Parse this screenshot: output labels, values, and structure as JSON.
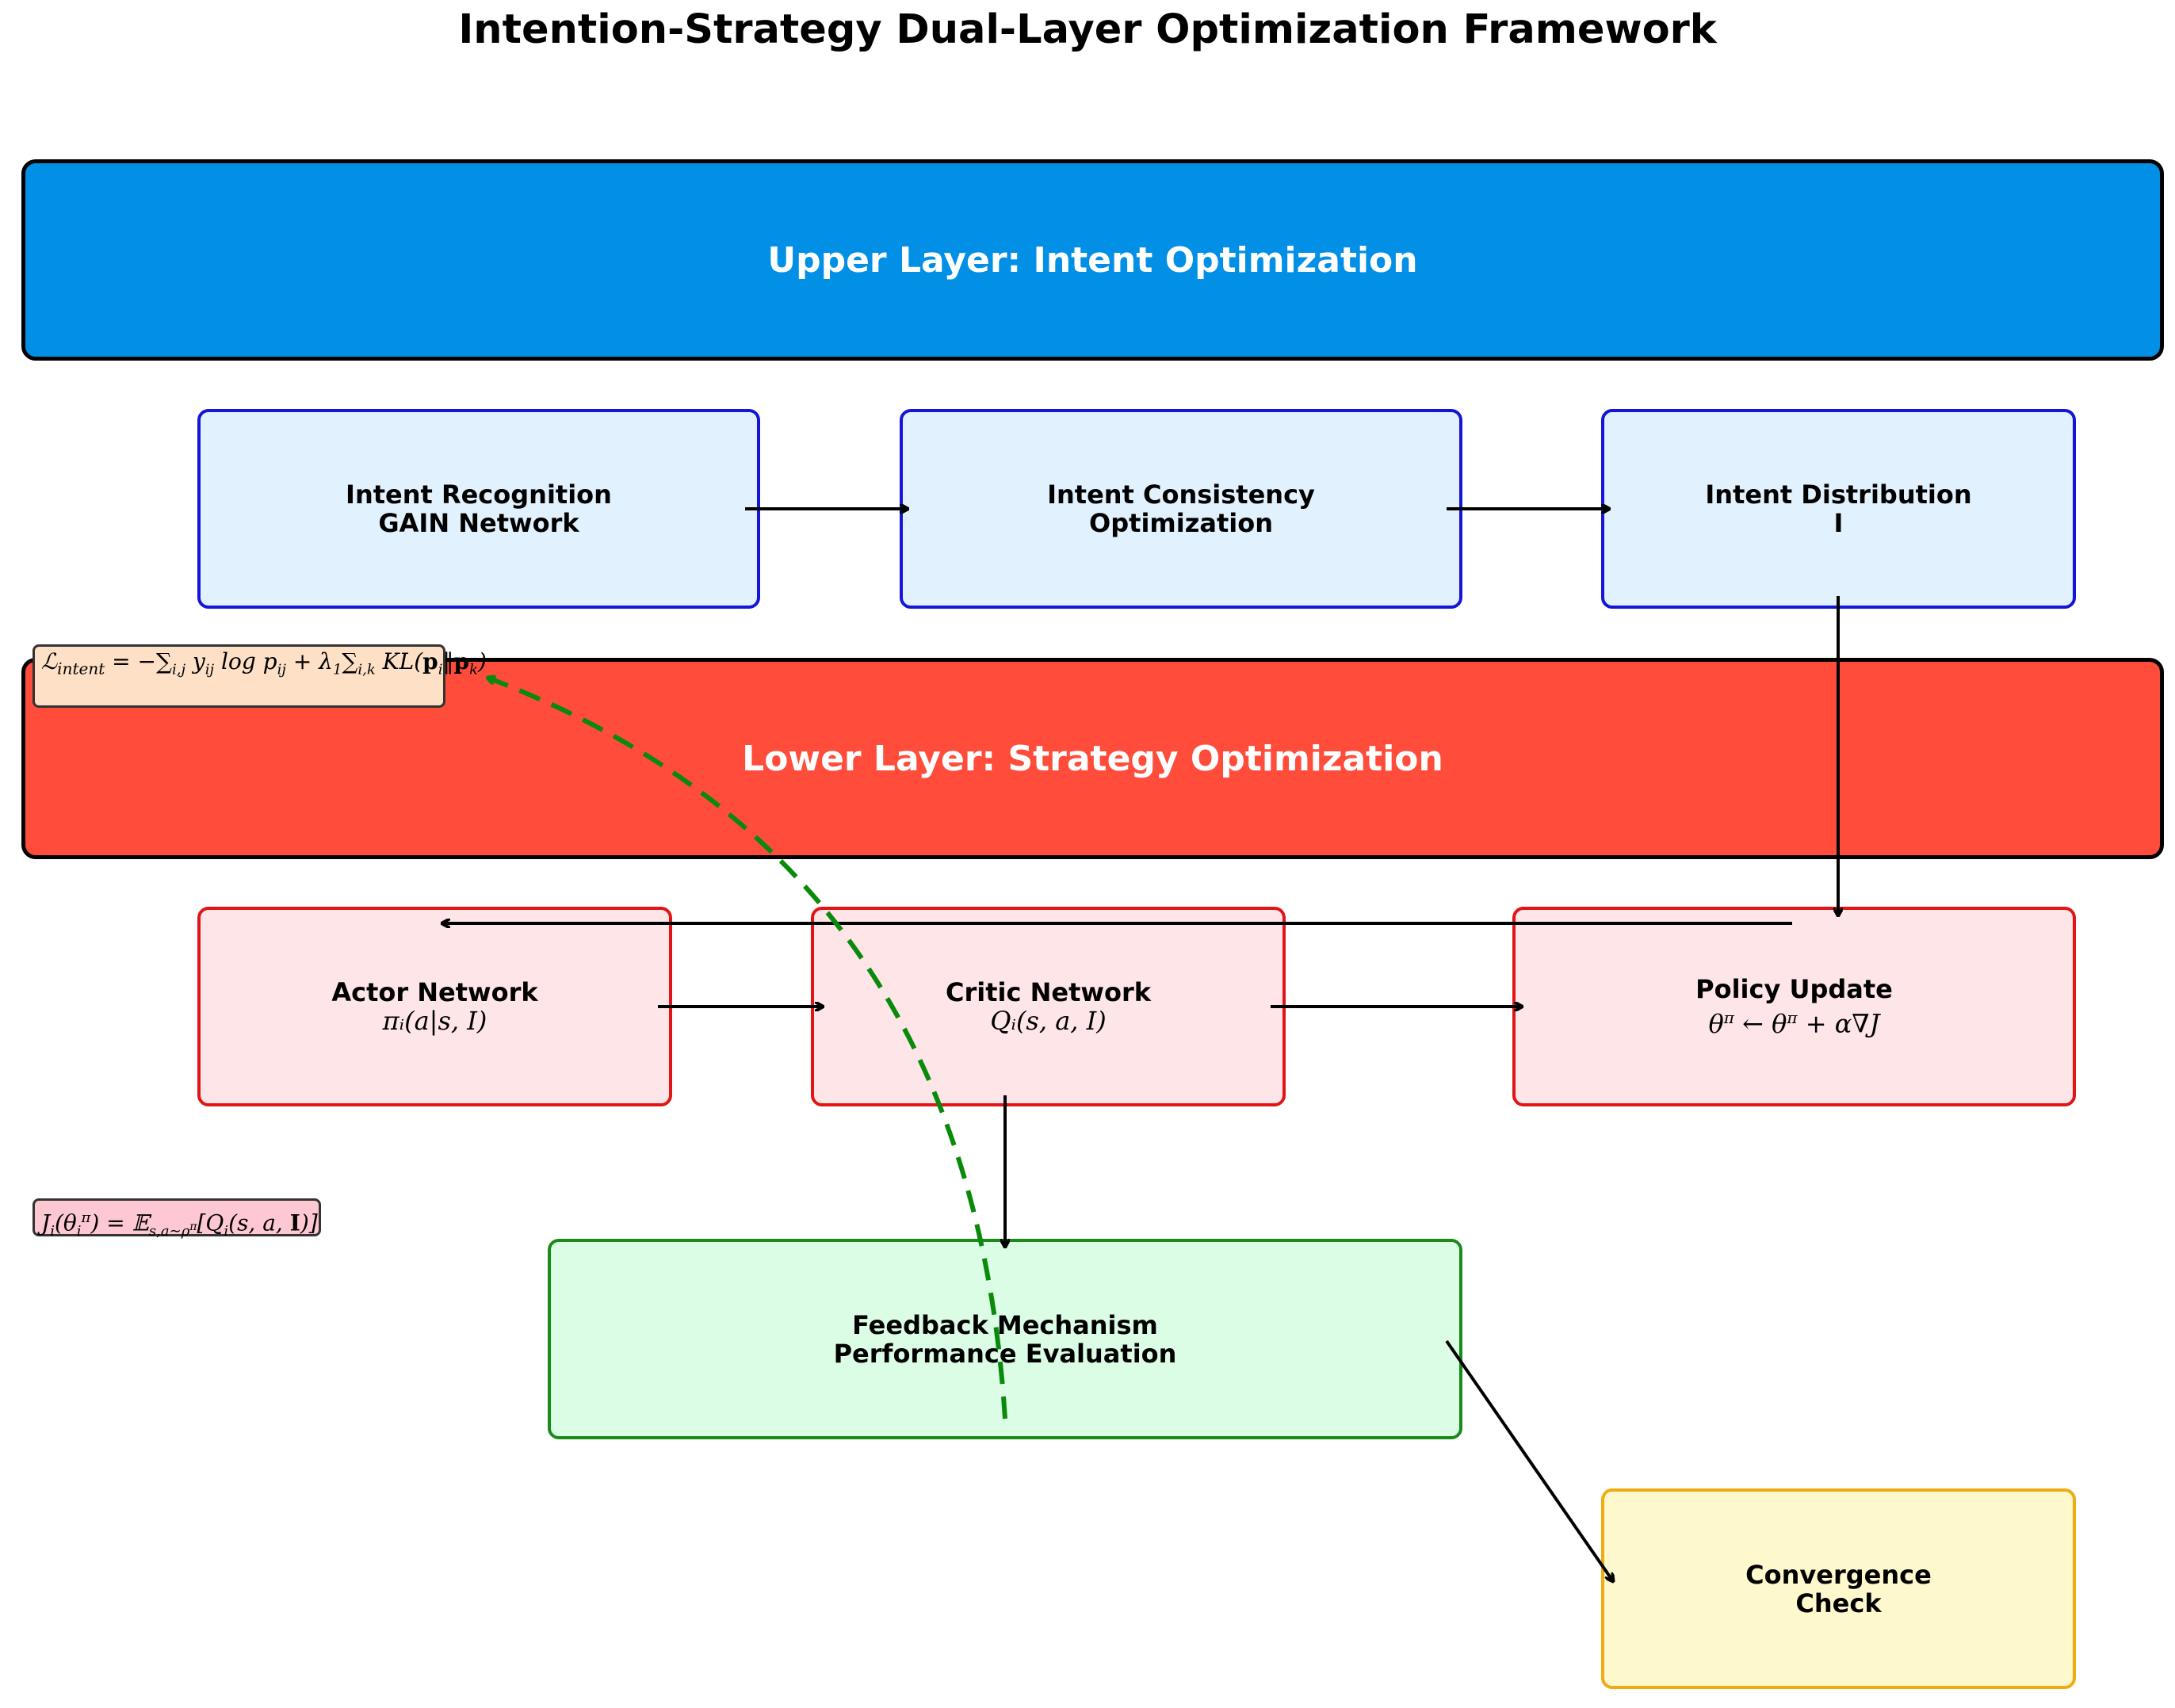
{
  "title": "Intention-Strategy Dual-Layer Optimization Framework",
  "layers": {
    "upper": "Upper Layer: Intent Optimization",
    "lower": "Lower Layer: Strategy Optimization"
  },
  "nodes": {
    "intent_recognition": {
      "line1": "Intent Recognition",
      "line2": "GAIN Network"
    },
    "intent_consistency": {
      "line1": "Intent Consistency",
      "line2": "Optimization"
    },
    "intent_distribution": {
      "line1": "Intent Distribution",
      "line2": "I"
    },
    "actor_network": {
      "line1": "Actor Network",
      "line2": "πᵢ(a|s, I)"
    },
    "critic_network": {
      "line1": "Critic Network",
      "line2": "Qᵢ(s, a, I)"
    },
    "policy_update": {
      "line1": "Policy Update",
      "line2": "θ^π ← θ^π + α∇J"
    },
    "feedback": {
      "line1": "Feedback Mechanism",
      "line2": "Performance Evaluation"
    },
    "convergence": {
      "line1": "Convergence",
      "line2": "Check"
    }
  },
  "formulas": {
    "intent_loss": "ℒintent = −∑i,j yij log pij + λ1 ∑i,k KL(pi‖pk)",
    "objective": "Ji(θiπ) = 𝔼s,a∼ρπ[Qi(s, a, I)]"
  },
  "colors": {
    "upper_layer": "#0290e6",
    "lower_layer": "#ff4c3b",
    "feedback_arrow": "#0a8a0a"
  }
}
